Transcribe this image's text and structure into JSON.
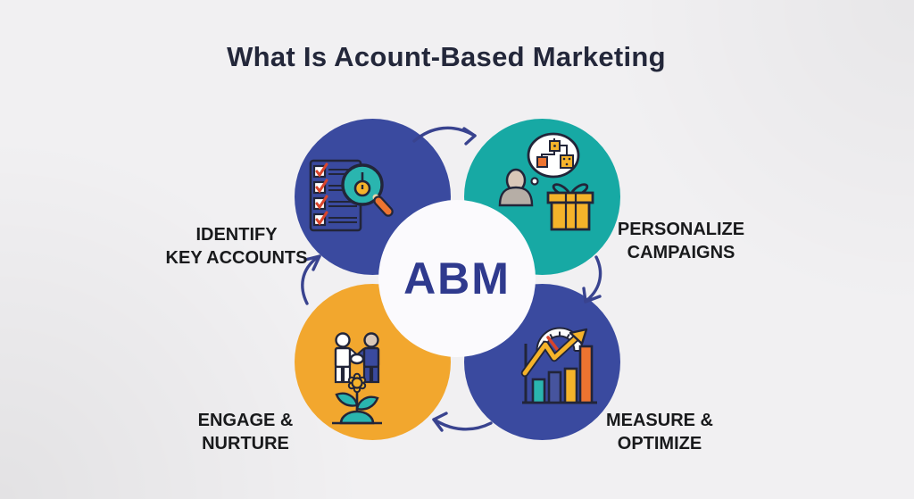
{
  "title": "What Is Acount-Based Marketing",
  "center": {
    "label": "ABM"
  },
  "steps": [
    {
      "name": "identify-key-accounts",
      "lines": [
        "IDENTIFY",
        "KEY ACCOUNTS"
      ],
      "icon": "checklist-magnifier-icon"
    },
    {
      "name": "personalize-campaigns",
      "lines": [
        "PERSONALIZE",
        "CAMPAIGNS"
      ],
      "icon": "person-idea-gift-icon"
    },
    {
      "name": "measure-optimize",
      "lines": [
        "MEASURE &",
        "OPTIMIZE"
      ],
      "icon": "growth-chart-gauge-icon"
    },
    {
      "name": "engage-nurture",
      "lines": [
        "ENGAGE &",
        "NURTURE"
      ],
      "icon": "handshake-plant-icon"
    }
  ],
  "flow": {
    "direction": "clockwise",
    "arrow_count": 4
  },
  "colors": {
    "background": "#F1F0F2",
    "blue": "#3A4A9F",
    "teal": "#17A9A4",
    "yellow": "#F2A72E",
    "white_circle": "#FBFAFD",
    "dark_outline": "#222539",
    "arrow": "#39438F",
    "abm_text": "#2F3A8E",
    "title_text": "#23273A",
    "label_text": "#191A1C",
    "icon_yellow": "#F5B32A",
    "icon_orange": "#EE7430",
    "icon_red_orange": "#D8442B",
    "icon_teal": "#2AB5AF",
    "bar_blue": "#46549E",
    "skin": "#D9C7B8",
    "gray_body": "#B6AEA6"
  }
}
